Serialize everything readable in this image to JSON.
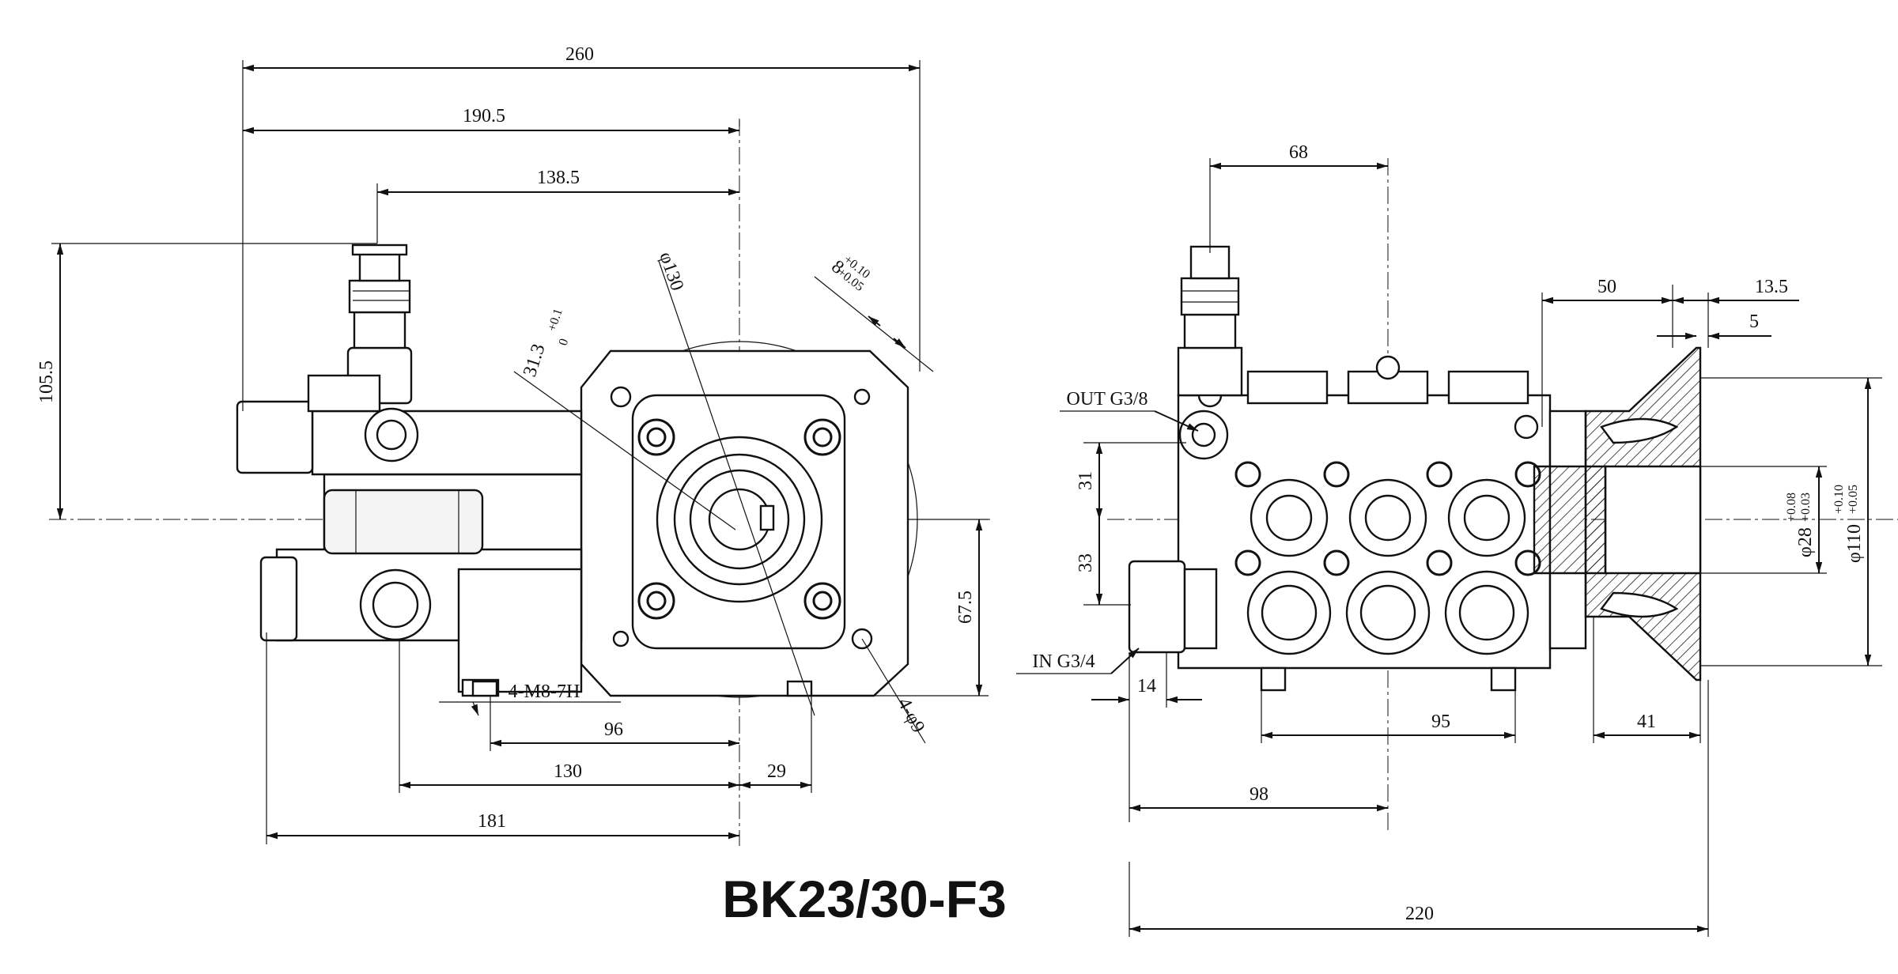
{
  "title": "BK23/30-F3",
  "front_view": {
    "dims": {
      "d260": "260",
      "d190_5": "190.5",
      "d138_5": "138.5",
      "d105_5": "105.5",
      "d67_5": "67.5",
      "d96": "96",
      "d130": "130",
      "d29": "29",
      "d181": "181",
      "phi130": "φ130",
      "angle": "31.3",
      "angle_tol_upper": "+0.1",
      "angle_tol_lower": "0",
      "key_width": "8",
      "key_tol_upper": "+0.10",
      "key_tol_lower": "+0.05"
    },
    "notes": {
      "bolts": "4-M8-7H",
      "holes": "4-φ9"
    }
  },
  "side_view": {
    "dims": {
      "d68": "68",
      "d50": "50",
      "d13_5": "13.5",
      "d5": "5",
      "d31": "31",
      "d33": "33",
      "d14": "14",
      "d95": "95",
      "d41": "41",
      "d98": "98",
      "d220": "220",
      "phi28": "φ28",
      "phi28_tol_upper": "+0.08",
      "phi28_tol_lower": "+0.03",
      "phi110": "φ110",
      "phi110_tol_upper": "+0.10",
      "phi110_tol_lower": "+0.05"
    },
    "notes": {
      "outlet": "OUT G3/8",
      "inlet": "IN G3/4"
    }
  }
}
